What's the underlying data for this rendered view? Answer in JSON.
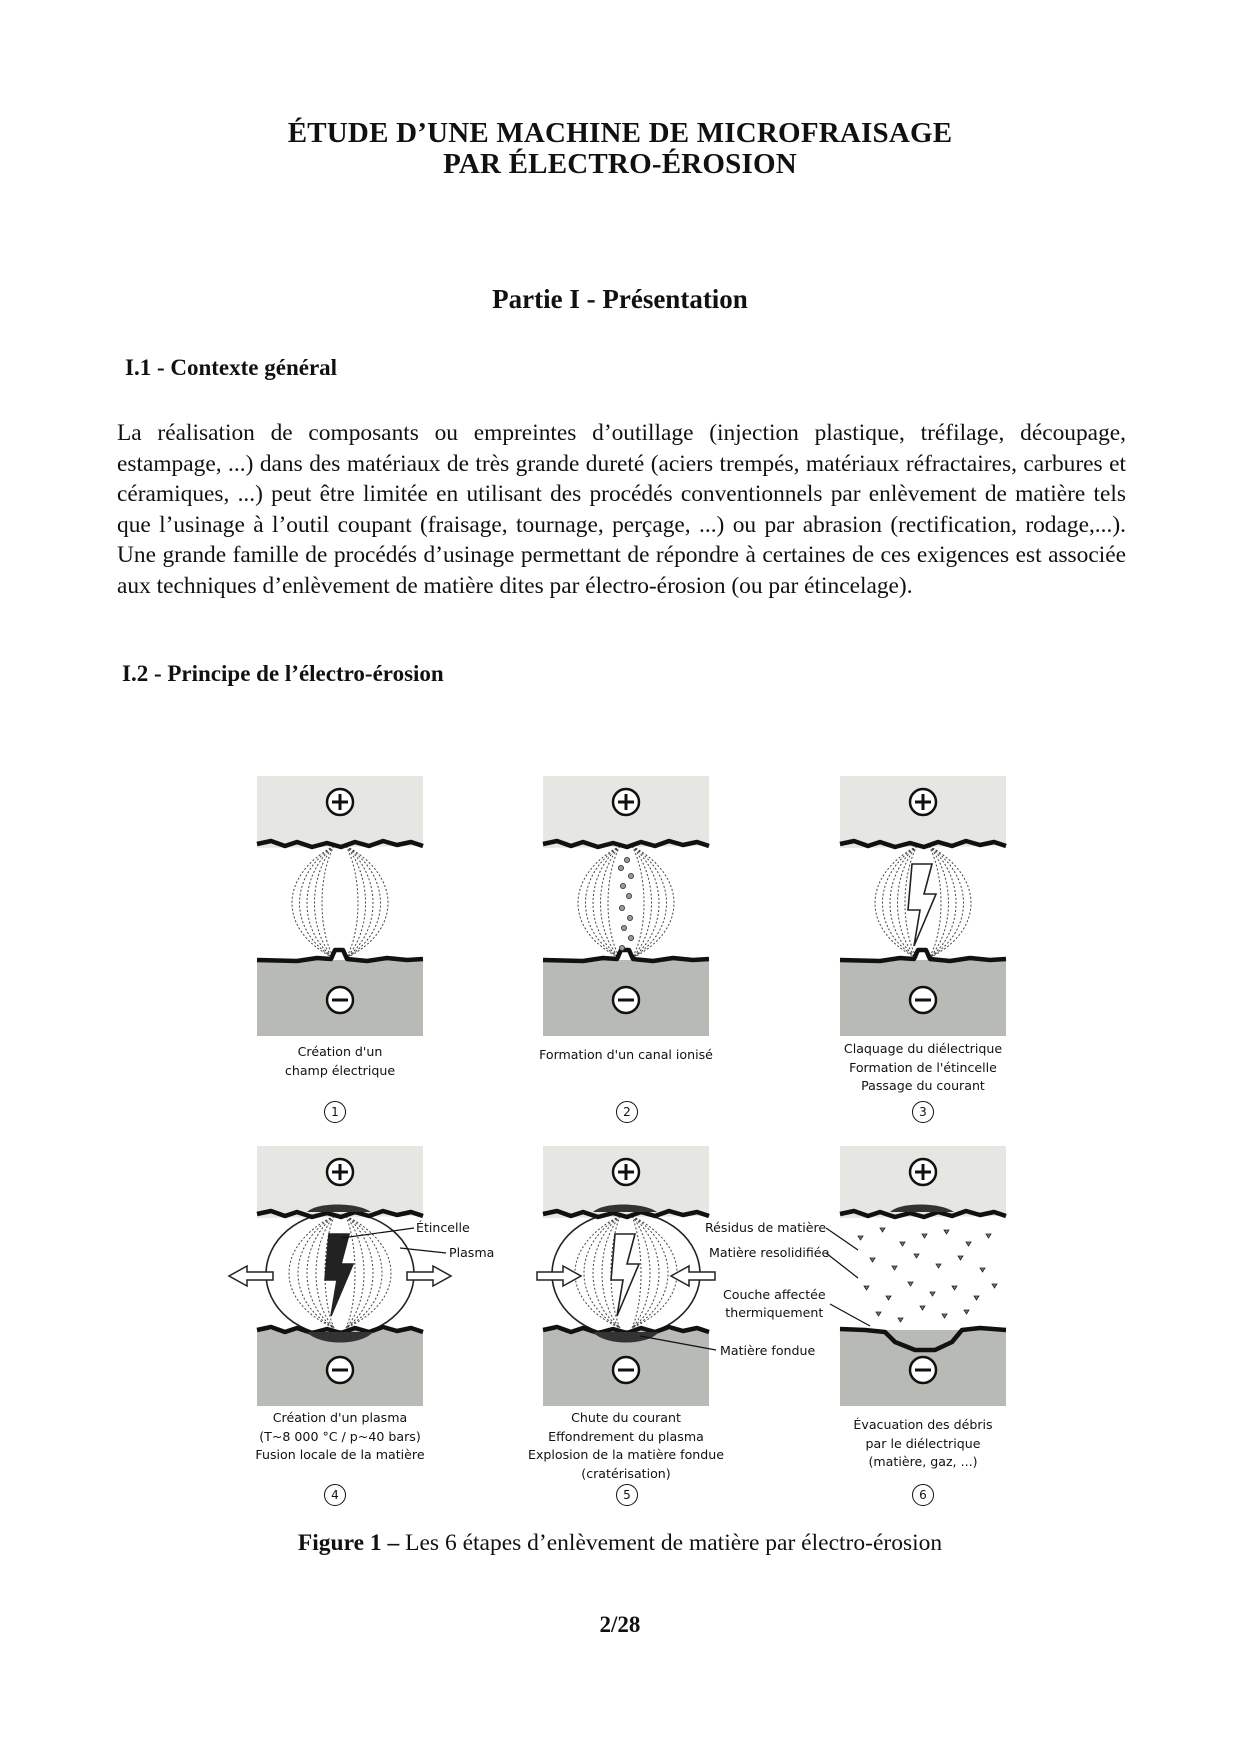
{
  "header": {
    "title_line1": "ÉTUDE D’UNE MACHINE DE MICROFRAISAGE",
    "title_line2": "PAR ÉLECTRO-ÉROSION"
  },
  "part": {
    "title": "Partie I -  Présentation"
  },
  "section1": {
    "title": "I.1 - Contexte général",
    "paragraph": "La réalisation de composants ou empreintes d’outillage (injection plastique, tréfilage, découpage, estampage, ...) dans des matériaux de très grande dureté (aciers trempés, matériaux réfractaires, carbures et céramiques, ...) peut être limitée en utilisant des procédés conventionnels par enlèvement de matière tels que l’usinage à l’outil coupant (fraisage, tournage, perçage, ...) ou par abrasion (rectification, rodage,...). Une grande famille de procédés d’usinage permettant de répondre à certaines de ces exigences est associée aux techniques d’enlèvement de matière dites par électro-érosion (ou par étincelage)."
  },
  "section2": {
    "title": "I.2 - Principe de l’électro-érosion"
  },
  "figure": {
    "steps": [
      {
        "number": "1",
        "caption": [
          "Création d'un",
          "champ électrique"
        ]
      },
      {
        "number": "2",
        "caption": [
          "Formation d'un canal ionisé"
        ]
      },
      {
        "number": "3",
        "caption": [
          "Claquage du diélectrique",
          "Formation de l'étincelle",
          "Passage du courant"
        ]
      },
      {
        "number": "4",
        "caption": [
          "Création d'un plasma",
          "(T~8 000 °C / p~40 bars)",
          "Fusion locale de la matière"
        ]
      },
      {
        "number": "5",
        "caption": [
          "Chute du courant",
          "Effondrement du plasma",
          "Explosion de la matière fondue",
          "(cratérisation)"
        ]
      },
      {
        "number": "6",
        "caption": [
          "Évacuation des débris",
          "par le diélectrique",
          "(matière, gaz, ...)"
        ]
      }
    ],
    "labels": {
      "etincelle": "Étincelle",
      "plasma": "Plasma",
      "residus": "Résidus de matière",
      "resolidifiee": "Matière resolidifiée",
      "couche1": "Couche affectée",
      "couche2": "thermiquement",
      "fondue": "Matière fondue"
    },
    "signs": {
      "positive": "+",
      "negative": "−"
    },
    "colors": {
      "anode": "#e6e6e2",
      "cathode": "#b8bab5",
      "outline": "#111111"
    },
    "caption_label": "Figure 1 –",
    "caption_text": " Les 6 étapes d’enlèvement de matière par électro-érosion"
  },
  "footer": {
    "page_number": "2/28"
  }
}
